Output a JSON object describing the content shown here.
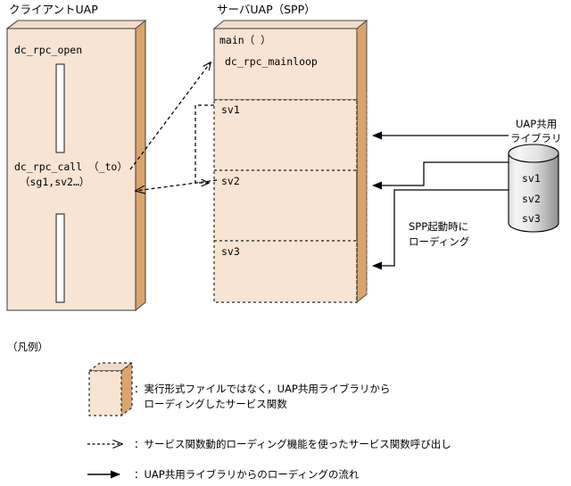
{
  "diagram": {
    "title_client": "クライアントUAP",
    "title_server": "サーバUAP（SPP）",
    "title_library": "UAP共用\nライブラリ",
    "colors": {
      "box_fill": "#f8e4d2",
      "box_side": "#dba46d",
      "box_top": "#f3dcc7",
      "box_stroke": "#4a4a4a",
      "cyl_fill_light": "#f2f2f2",
      "cyl_fill_dark": "#9a9a9a",
      "line": "#000000"
    },
    "client": {
      "label_open": "dc_rpc_open",
      "label_call_line1": "dc_rpc_call （_to）",
      "label_call_line2": "（sg1,sv2…）"
    },
    "server": {
      "main_label": "main（ ）",
      "mainloop_label": "dc_rpc_mainloop",
      "services": [
        "sv1",
        "sv2",
        "sv3"
      ]
    },
    "library": {
      "title": "UAP共用",
      "title2": "ライブラリ",
      "entries": [
        "sv1",
        "sv2",
        "sv3"
      ]
    },
    "loading_note": {
      "line1": "SPP起動時に",
      "line2": "ローディング"
    }
  },
  "legend": {
    "heading": "（凡例）",
    "items": [
      {
        "symbol": "box-swatch",
        "text_line1": "：実行形式ファイルではなく，UAP共用ライブラリから",
        "text_line2": "　ローディングしたサービス関数"
      },
      {
        "symbol": "dashed-open-arrow",
        "text_line1": "：サービス関数動的ローディング機能を使ったサービス関数呼び出し",
        "text_line2": ""
      },
      {
        "symbol": "solid-filled-arrow",
        "text_line1": "：UAP共用ライブラリからのローディングの流れ",
        "text_line2": ""
      }
    ]
  }
}
